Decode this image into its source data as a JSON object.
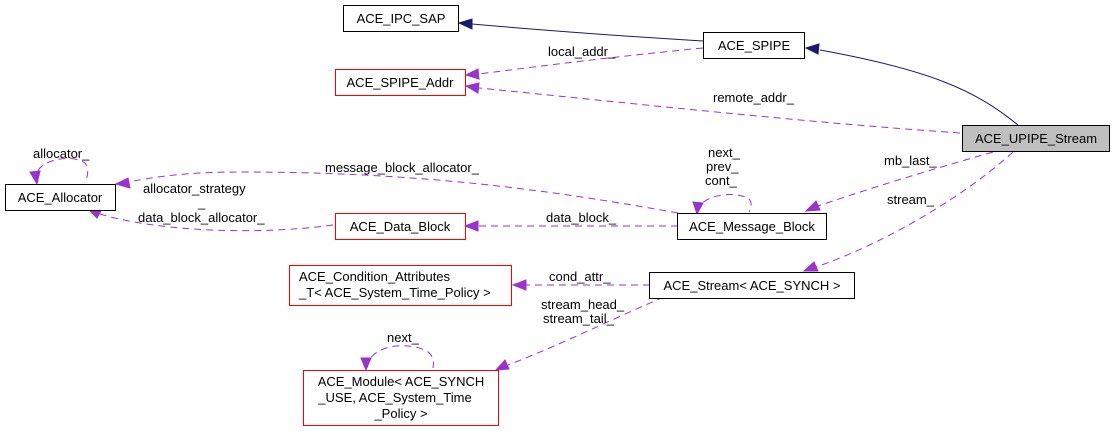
{
  "diagram": {
    "type": "collaboration-graph",
    "focus_class": "ACE_UPIPE_Stream",
    "colors": {
      "inheritance_edge": "#191970",
      "member_edge": "#9a32cd",
      "undocumented_border": "#ff0000",
      "documented_border": "#000000",
      "focus_fill": "#bfbfbf"
    },
    "nodes": {
      "ipc_sap": {
        "lines": [
          "ACE_IPC_SAP"
        ]
      },
      "spipe": {
        "lines": [
          "ACE_SPIPE"
        ]
      },
      "spipe_addr": {
        "lines": [
          "ACE_SPIPE_Addr"
        ]
      },
      "upipe_stream": {
        "lines": [
          "ACE_UPIPE_Stream"
        ]
      },
      "allocator": {
        "lines": [
          "ACE_Allocator"
        ]
      },
      "data_block": {
        "lines": [
          "ACE_Data_Block"
        ]
      },
      "message_block": {
        "lines": [
          "ACE_Message_Block"
        ]
      },
      "cond_attr": {
        "lines": [
          "ACE_Condition_Attributes",
          "_T< ACE_System_Time_Policy >"
        ]
      },
      "stream": {
        "lines": [
          "ACE_Stream< ACE_SYNCH >"
        ]
      },
      "module": {
        "lines": [
          "ACE_Module< ACE_SYNCH",
          "_USE, ACE_System_Time",
          "_Policy >"
        ]
      }
    },
    "edge_labels": {
      "local_addr": "local_addr_",
      "remote_addr": "remote_addr_",
      "allocator_self": "allocator_",
      "message_block_allocator": "message_block_allocator_",
      "allocator_strategy": "allocator_strategy",
      "allocator_strategy_2": "_",
      "data_block_allocator": "data_block_allocator_",
      "mb_self_1": "next_",
      "mb_self_2": "prev_",
      "mb_self_3": "cont_",
      "data_block": "data_block_",
      "mb_last": "mb_last_",
      "stream": "stream_",
      "cond_attr": "cond_attr_",
      "stream_head": "stream_head_",
      "stream_tail": "stream_tail_",
      "module_self": "next_"
    }
  }
}
